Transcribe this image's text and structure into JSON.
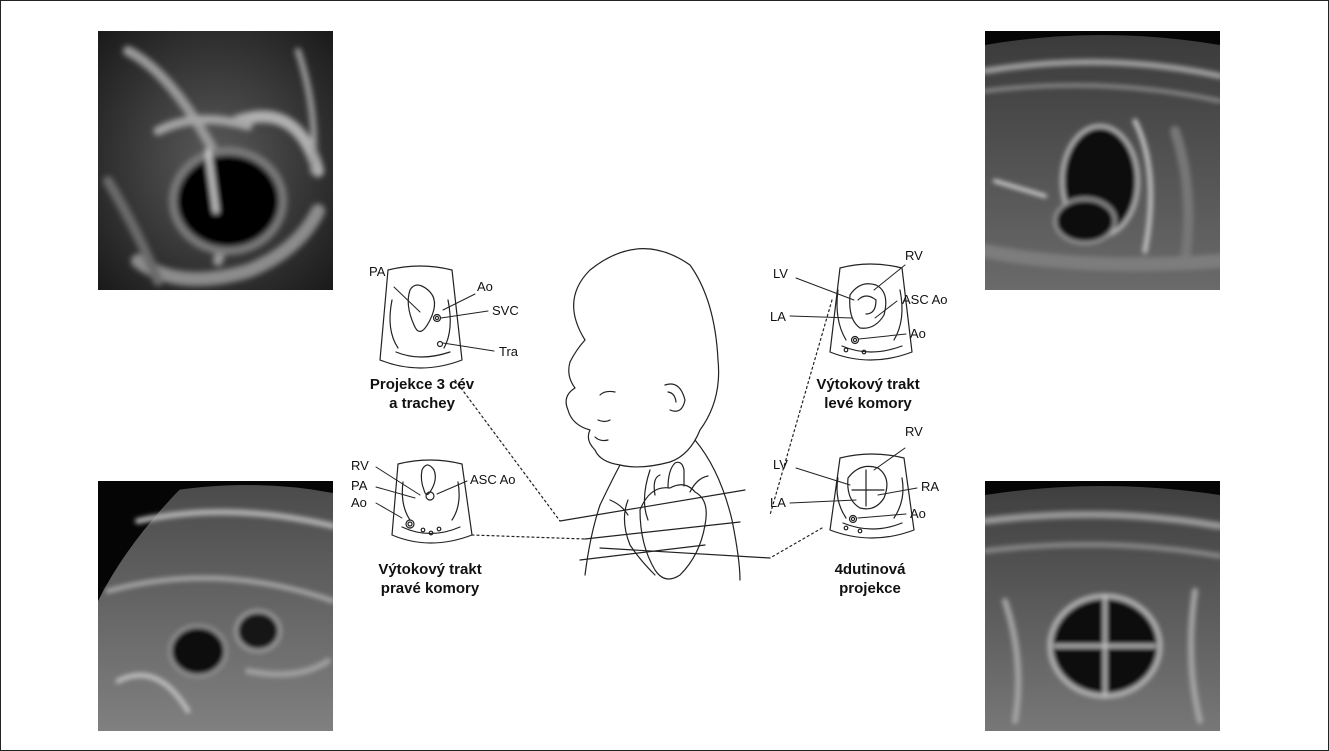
{
  "views": [
    {
      "id": "three-vessel",
      "caption_lines": [
        "Projekce 3 cév",
        "a trachey"
      ],
      "labels": [
        "PA",
        "Ao",
        "SVC",
        "Tra"
      ]
    },
    {
      "id": "rvot",
      "caption_lines": [
        "Výtokový trakt",
        "pravé komory"
      ],
      "labels": [
        "RV",
        "PA",
        "Ao",
        "ASC Ao"
      ]
    },
    {
      "id": "lvot",
      "caption_lines": [
        "Výtokový trakt",
        "levé komory"
      ],
      "labels": [
        "LV",
        "RV",
        "LA",
        "ASC Ao",
        "Ao"
      ]
    },
    {
      "id": "four-chamber",
      "caption_lines": [
        "4dutinová",
        "projekce"
      ],
      "labels": [
        "LV",
        "RV",
        "LA",
        "RA",
        "Ao"
      ]
    }
  ]
}
